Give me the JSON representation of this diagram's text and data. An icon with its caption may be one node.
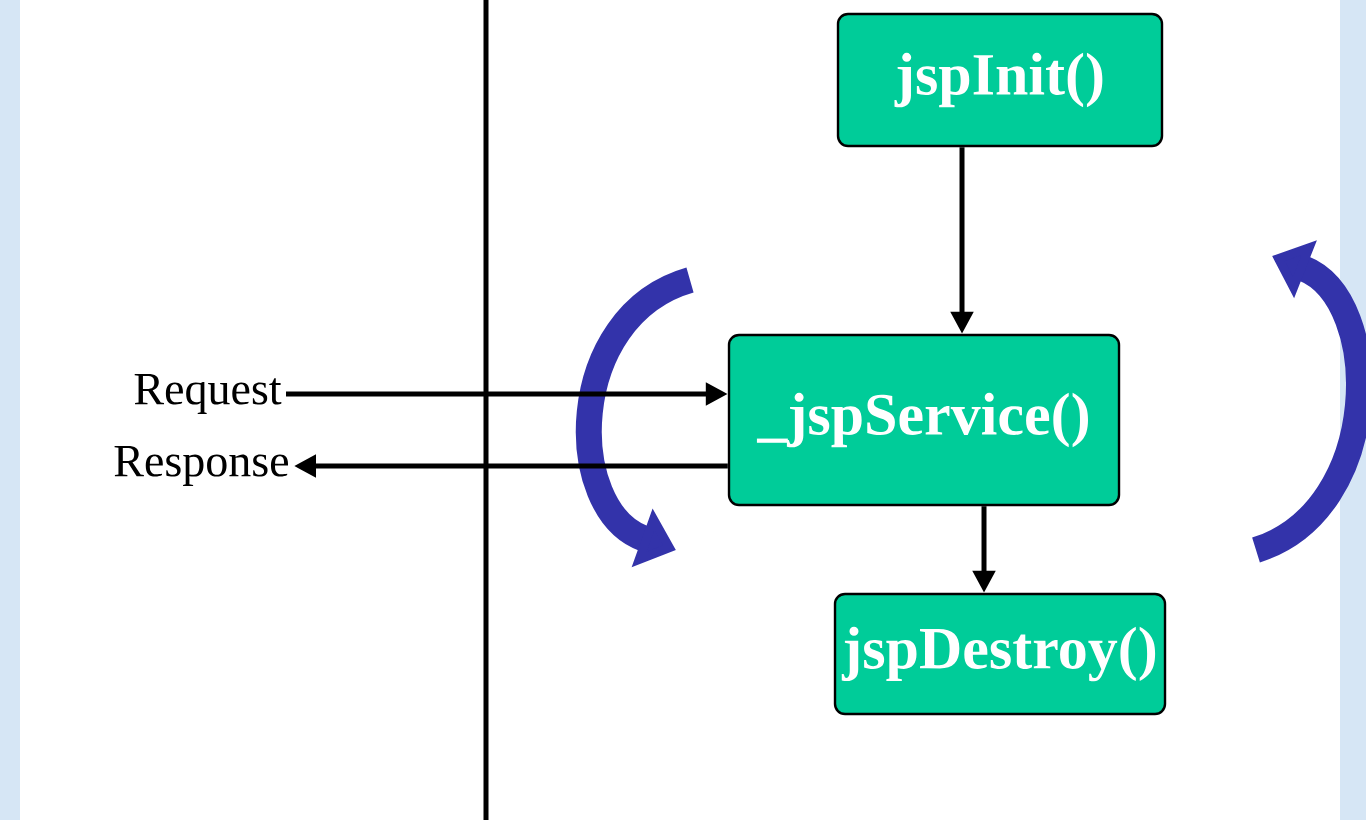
{
  "diagram": {
    "nodes": [
      {
        "text": [
          "jspInit()"
        ]
      },
      {
        "text": [
          "_jspService()"
        ]
      },
      {
        "text": [
          "jspDestroy()"
        ]
      },
      {
        "text": [
          "Request"
        ]
      },
      {
        "text": [
          "Response"
        ]
      }
    ],
    "edges": [
      {
        "from": 0,
        "to": 1,
        "arrow": "to"
      },
      {
        "from": 1,
        "to": 2,
        "arrow": "to"
      },
      {
        "from": 3,
        "to": 1,
        "arrow": "to"
      },
      {
        "from": 1,
        "to": 4,
        "arrow": "to"
      }
    ]
  }
}
